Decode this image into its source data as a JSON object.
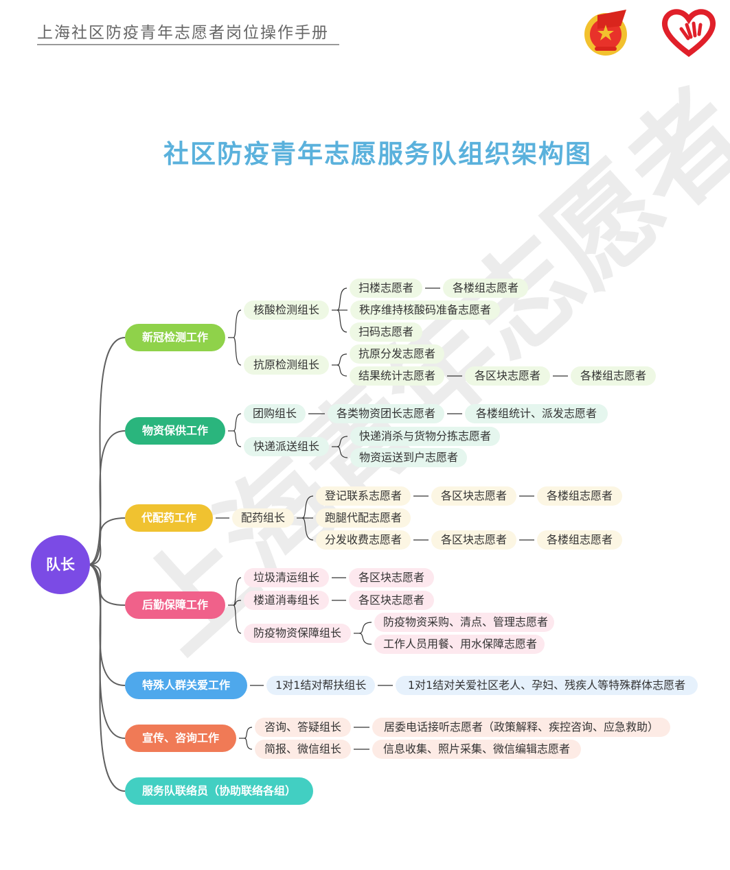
{
  "header": {
    "title": "上海社区防疫青年志愿者岗位操作手册"
  },
  "title": "社区防疫青年志愿服务队组织架构图",
  "watermark": "上海青年志愿者",
  "logos": [
    {
      "icon": "youth-league-emblem-icon",
      "color": "#d9251d"
    },
    {
      "icon": "volunteer-heart-hand-icon",
      "color": "#e0202a"
    }
  ],
  "tree": {
    "root": {
      "label": "队长",
      "color": "#7b4be5"
    },
    "branches": [
      {
        "label": "新冠检测工作",
        "color": "#8fd24a",
        "tint": "#eef8e4",
        "children": [
          {
            "label": "核酸检测组长",
            "children": [
              {
                "label": "扫楼志愿者",
                "next": [
                  "各楼组志愿者"
                ]
              },
              {
                "label": "秩序维持核酸码准备志愿者"
              },
              {
                "label": "扫码志愿者"
              }
            ]
          },
          {
            "label": "抗原检测组长",
            "children": [
              {
                "label": "抗原分发志愿者"
              },
              {
                "label": "结果统计志愿者",
                "next": [
                  "各区块志愿者",
                  "各楼组志愿者"
                ]
              }
            ]
          }
        ]
      },
      {
        "label": "物资保供工作",
        "color": "#2ab57d",
        "tint": "#e5f6ee",
        "children": [
          {
            "label": "团购组长",
            "next": [
              "各类物资团长志愿者",
              "各楼组统计、派发志愿者"
            ]
          },
          {
            "label": "快递派送组长",
            "children": [
              {
                "label": "快递消杀与货物分拣志愿者"
              },
              {
                "label": "物资运送到户志愿者"
              }
            ]
          }
        ]
      },
      {
        "label": "代配药工作",
        "color": "#f0c230",
        "tint": "#fcf6e3",
        "children": [
          {
            "label": "配药组长",
            "children": [
              {
                "label": "登记联系志愿者",
                "next": [
                  "各区块志愿者",
                  "各楼组志愿者"
                ]
              },
              {
                "label": "跑腿代配志愿者"
              },
              {
                "label": "分发收费志愿者",
                "next": [
                  "各区块志愿者",
                  "各楼组志愿者"
                ]
              }
            ]
          }
        ]
      },
      {
        "label": "后勤保障工作",
        "color": "#f0618a",
        "tint": "#fde8ee",
        "children": [
          {
            "label": "垃圾清运组长",
            "next": [
              "各区块志愿者"
            ]
          },
          {
            "label": "楼道消毒组长",
            "next": [
              "各区块志愿者"
            ]
          },
          {
            "label": "防疫物资保障组长",
            "children": [
              {
                "label": "防疫物资采购、清点、管理志愿者"
              },
              {
                "label": "工作人员用餐、用水保障志愿者"
              }
            ]
          }
        ]
      },
      {
        "label": "特殊人群关爱工作",
        "color": "#4ea8ec",
        "tint": "#e6f1fc",
        "children": [
          {
            "label": "1对1结对帮扶组长",
            "next": [
              "1对1结对关爱社区老人、孕妇、残疾人等特殊群体志愿者"
            ]
          }
        ]
      },
      {
        "label": "宣传、咨询工作",
        "color": "#f07a56",
        "tint": "#fdebe5",
        "children": [
          {
            "label": "咨询、答疑组长",
            "next": [
              "居委电话接听志愿者（政策解释、疾控咨询、应急救助）"
            ]
          },
          {
            "label": "简报、微信组长",
            "next": [
              "信息收集、照片采集、微信编辑志愿者"
            ]
          }
        ]
      },
      {
        "label": "服务队联络员（协助联络各组）",
        "color": "#42cfc2",
        "tint": "#e4f8f6",
        "children": []
      }
    ]
  }
}
